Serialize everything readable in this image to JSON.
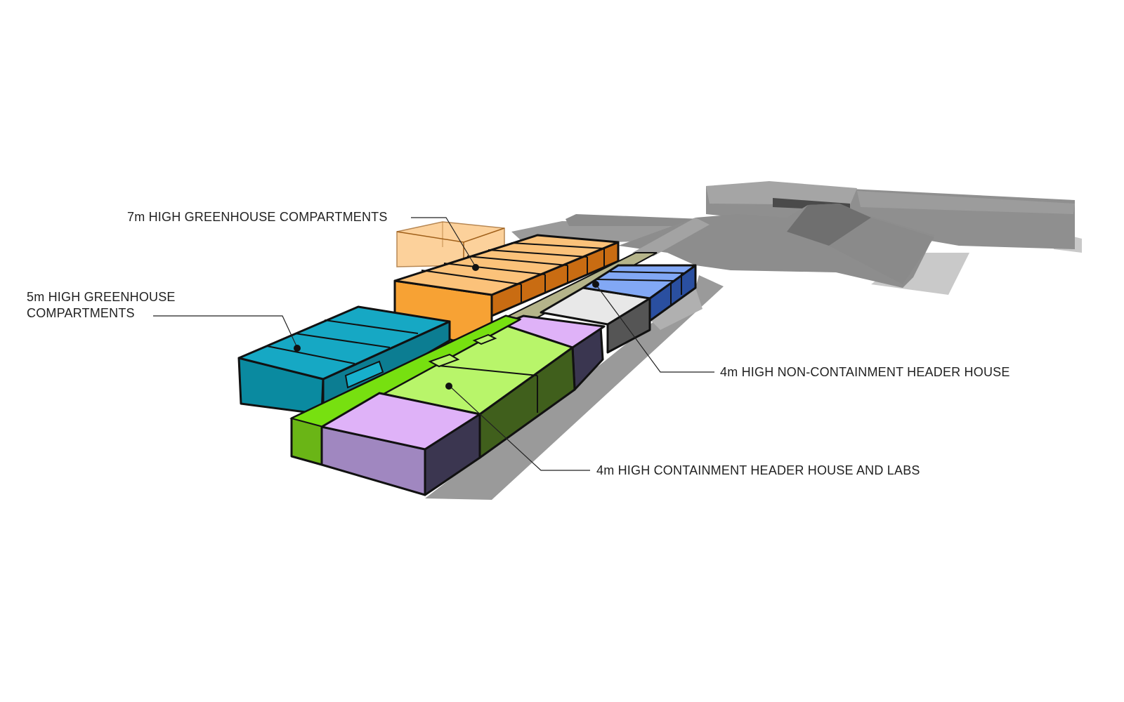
{
  "labels": {
    "greenhouse_7m": "7m HIGH GREENHOUSE COMPARTMENTS",
    "greenhouse_5m_line1": "5m HIGH GREENHOUSE",
    "greenhouse_5m_line2": "COMPARTMENTS",
    "non_containment": "4m HIGH NON-CONTAINMENT HEADER HOUSE",
    "containment": "4m HIGH CONTAINMENT HEADER HOUSE AND LABS"
  },
  "colors": {
    "greenhouse_7m": "#f7a234",
    "greenhouse_5m": "#12a0b8",
    "containment": "#b8f56a",
    "labs": "#dfb2f8",
    "non_containment": "#e8e8e8",
    "offices_blue": "#82a8f5",
    "existing": "#8c8c8c"
  }
}
